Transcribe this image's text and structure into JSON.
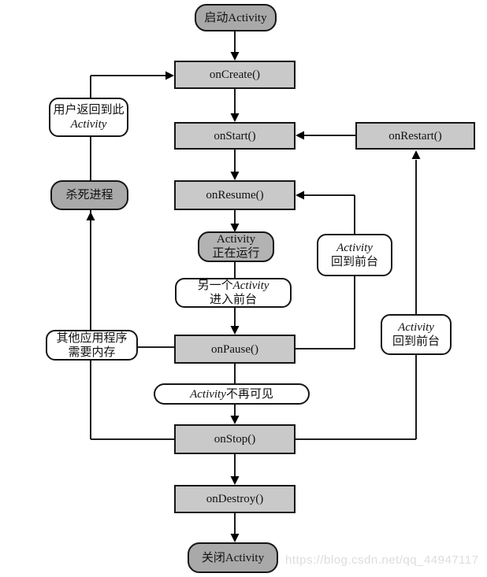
{
  "diagram": {
    "type": "flowchart",
    "subject": "Android Activity lifecycle",
    "nodes": {
      "start": {
        "label": "启动Activity"
      },
      "on_create": {
        "label": "onCreate()"
      },
      "on_start": {
        "label": "onStart()"
      },
      "on_restart": {
        "label": "onRestart()"
      },
      "on_resume": {
        "label": "onResume()"
      },
      "running": {
        "line1": "Activity",
        "line2": "正在运行"
      },
      "another_activity": {
        "line1_prefix": "另一个",
        "line1_italic": "Activity",
        "line2": "进入前台"
      },
      "on_pause": {
        "label": "onPause()"
      },
      "not_visible": {
        "italic": "Activity",
        "rest": "不再可见"
      },
      "on_stop": {
        "label": "onStop()"
      },
      "on_destroy": {
        "label": "onDestroy()"
      },
      "close": {
        "label": "关闭Activity"
      },
      "user_returns": {
        "line1": "用户返回到此",
        "line2_italic": "Activity"
      },
      "kill_process": {
        "label": "杀死进程"
      },
      "other_apps": {
        "line1": "其他应用程序",
        "line2": "需要内存"
      },
      "back_to_foreground": {
        "line1_italic": "Activity",
        "line2": "回到前台"
      }
    },
    "colors": {
      "process_fill": "#c9c9c9",
      "terminal_fill": "#a9a9a9",
      "running_fill": "#b3b3b3",
      "note_fill": "#ffffff",
      "line": "#000000"
    },
    "watermark": "https://blog.csdn.net/qq_44947117"
  }
}
